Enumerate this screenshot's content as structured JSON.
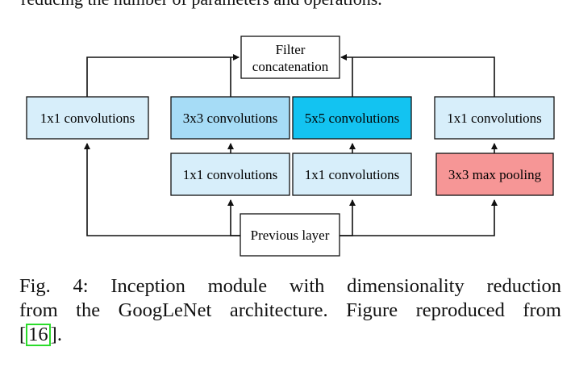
{
  "top_text": "reducing the number of parameters and operations.",
  "diagram": {
    "filter_concat": [
      "Filter",
      "concatenation"
    ],
    "col1_top": "1x1 convolutions",
    "col2_top": "3x3 convolutions",
    "col3_top": "5x5 convolutions",
    "col4_top": "1x1 convolutions",
    "col2_bottom": "1x1 convolutions",
    "col3_bottom": "1x1 convolutions",
    "col4_bottom": "3x3 max pooling",
    "previous_layer": "Previous layer",
    "colors": {
      "light_blue": "#d7eefa",
      "mid_blue": "#a6dcf6",
      "cyan": "#13c3f1",
      "red": "#f69696",
      "white": "#ffffff"
    }
  },
  "caption": {
    "line1": "Fig. 4: Inception module with dimensionality reduction",
    "line2": "from the GoogLeNet architecture. Figure reproduced from",
    "open_bracket": "[",
    "ref": "16",
    "close": "]."
  }
}
